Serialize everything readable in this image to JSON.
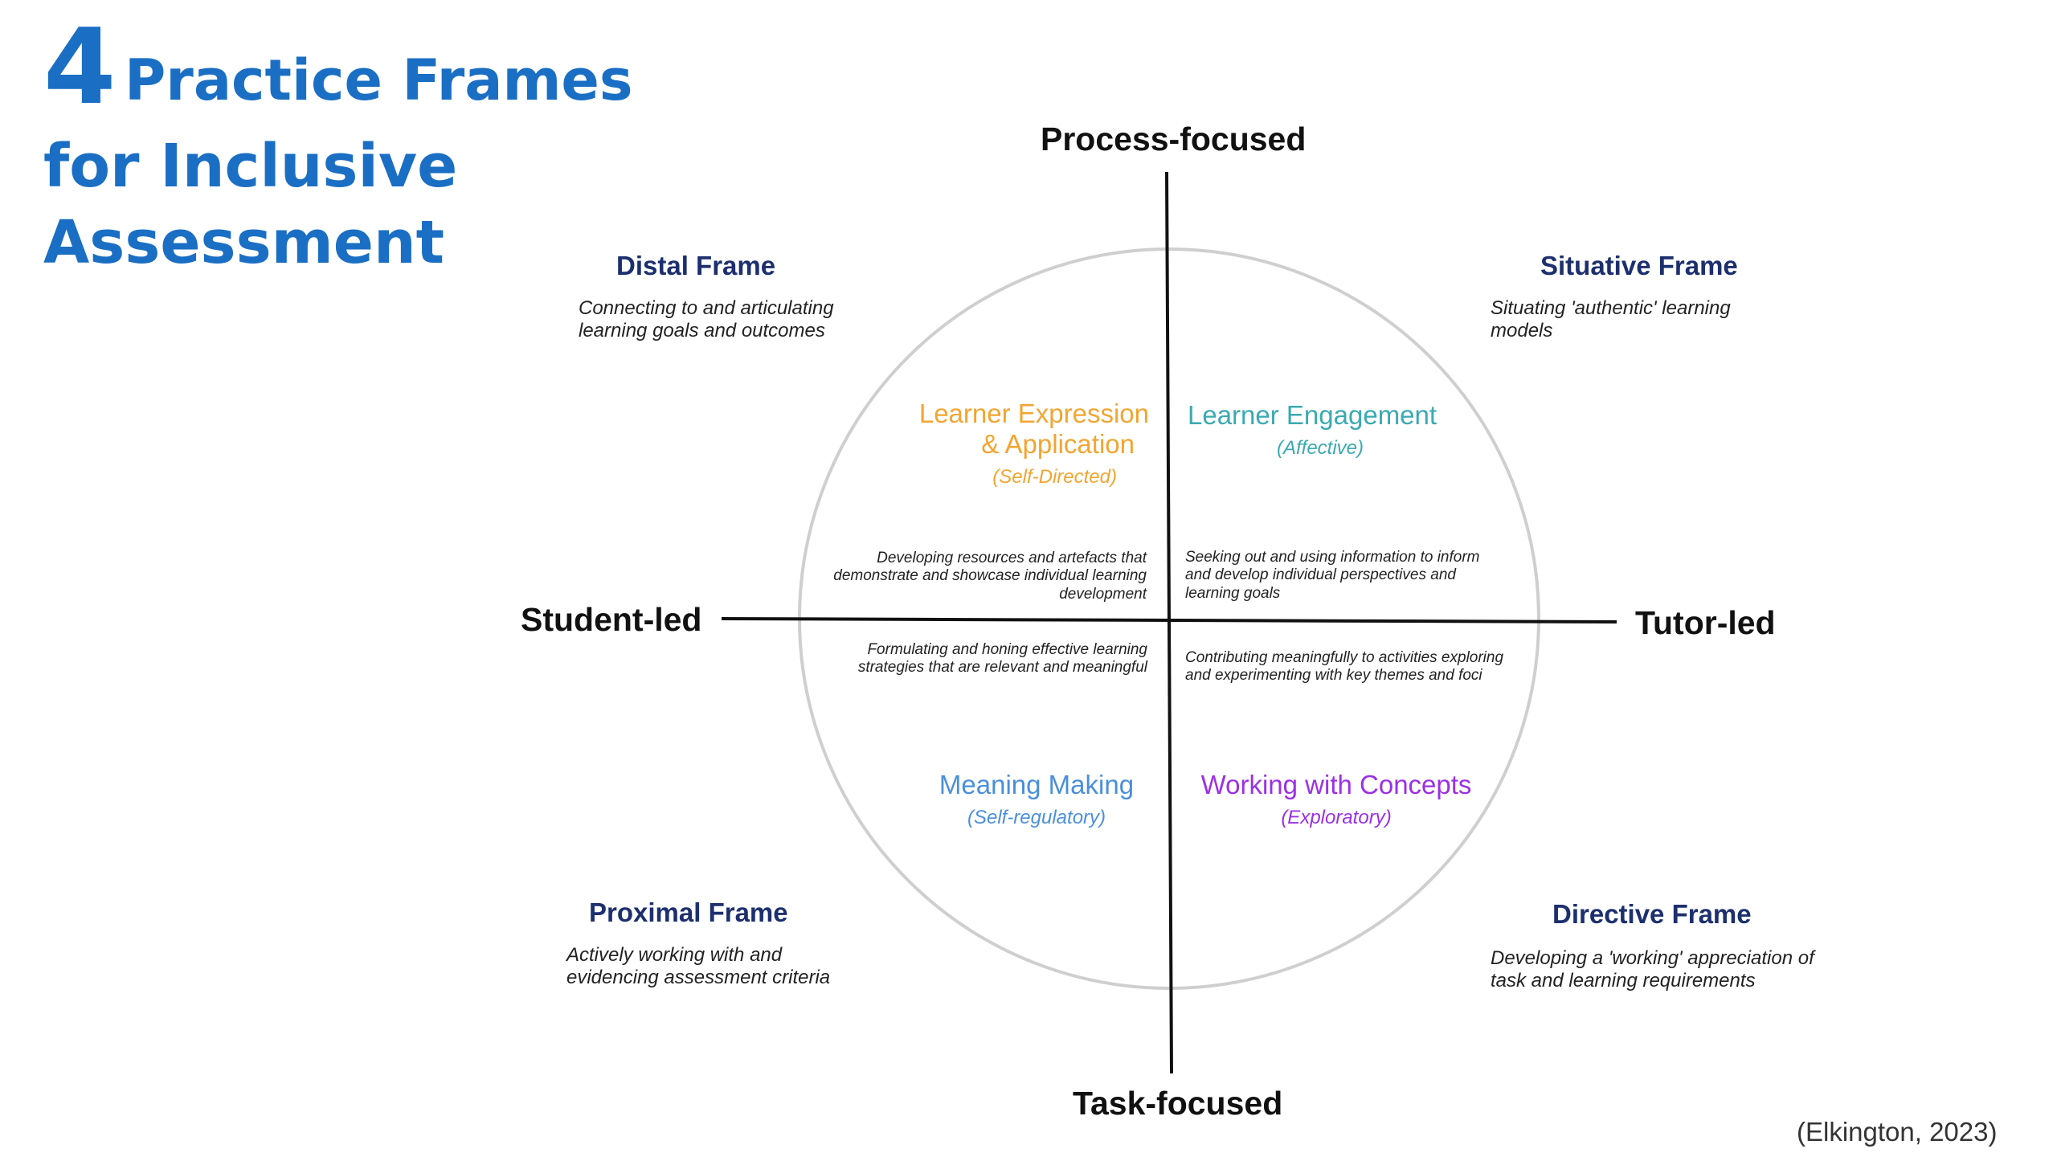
{
  "title": {
    "number": "4",
    "line1": "Practice Frames",
    "line2": "for Inclusive",
    "line3": "Assessment"
  },
  "axes": {
    "top": "Process-focused",
    "bottom": "Task-focused",
    "left": "Student-led",
    "right": "Tutor-led"
  },
  "frames": {
    "distal": {
      "title": "Distal Frame",
      "desc": "Connecting to and articulating learning goals and outcomes"
    },
    "situative": {
      "title": "Situative Frame",
      "desc": "Situating 'authentic' learning models"
    },
    "proximal": {
      "title": "Proximal Frame",
      "desc": "Actively working with and evidencing assessment criteria"
    },
    "directive": {
      "title": "Directive Frame",
      "desc": "Developing a 'working' appreciation of task and learning requirements"
    }
  },
  "quadrants": {
    "expression": {
      "title_line1": "Learner Expression",
      "title_line2": "& Application",
      "sub": "(Self-Directed)",
      "desc": "Developing resources and artefacts that demonstrate  and showcase individual learning development",
      "color": "#f2a531"
    },
    "engagement": {
      "title": "Learner Engagement",
      "sub": "(Affective)",
      "desc": "Seeking out and using information to inform and develop individual perspectives and learning goals",
      "color": "#3aaab2"
    },
    "meaning": {
      "title": "Meaning Making",
      "sub": "(Self-regulatory)",
      "desc": "Formulating and honing effective learning strategies that are relevant and meaningful",
      "color": "#4a8fdb"
    },
    "concepts": {
      "title": "Working with Concepts",
      "sub": "(Exploratory)",
      "desc": "Contributing meaningfully to activities exploring  and experimenting with key themes and foci",
      "color": "#9b30e6"
    }
  },
  "citation": "(Elkington, 2023)"
}
